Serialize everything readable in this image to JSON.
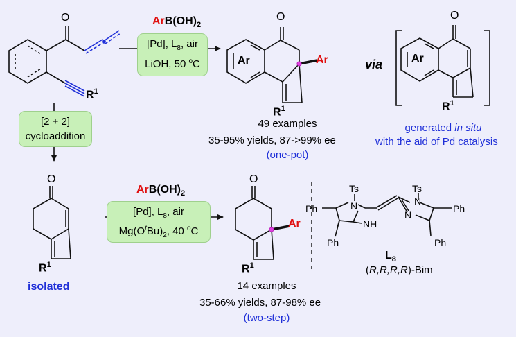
{
  "top_reagent": {
    "ar": "Ar",
    "rest": "B(OH)",
    "sub": "2"
  },
  "top_box": {
    "line1_a": "[Pd], L",
    "line1_sub": "8",
    "line1_b": ", air",
    "line2_a": "LiOH, 50 ",
    "line2_sup": "o",
    "line2_b": "C"
  },
  "via": "via",
  "top_product": {
    "examples": "49 examples",
    "yields": "35-95% yields, 87->99% ee",
    "note": "(one-pot)"
  },
  "intermediate_note": {
    "line1_a": "generated ",
    "line1_it": "in situ",
    "line2": "with the aid of Pd catalysis"
  },
  "cyclo_box": {
    "line1": "[2 + 2]",
    "line2": "cycloaddition"
  },
  "isolated": "isolated",
  "bottom_reagent": {
    "ar": "Ar",
    "rest": "B(OH)",
    "sub": "2"
  },
  "bottom_box": {
    "line1_a": "[Pd], L",
    "line1_sub": "8",
    "line1_b": ", air",
    "line2_a": "Mg(O",
    "line2_sup": "t",
    "line2_b": "Bu)",
    "line2_sub": "2",
    "line2_c": ", 40 ",
    "line2_sup2": "o",
    "line2_d": "C"
  },
  "bottom_product": {
    "examples": "14 examples",
    "yields": "35-66% yields, 87-98% ee",
    "note": "(two-step)"
  },
  "ligand": {
    "name": "L",
    "name_sub": "8",
    "desc_a": "(",
    "desc_it": "R,R,R,R",
    "desc_b": ")-Bim"
  },
  "atoms": {
    "O": "O",
    "Ar": "Ar",
    "R": "R",
    "one": "1",
    "Ts": "Ts",
    "N": "N",
    "NH": "NH",
    "Ph": "Ph"
  },
  "colors": {
    "background": "#eeeefb",
    "box_fill": "#c8f0b8",
    "blue": "#1f2fd8",
    "red": "#e01010",
    "stereo_dot": "#e040e0"
  }
}
